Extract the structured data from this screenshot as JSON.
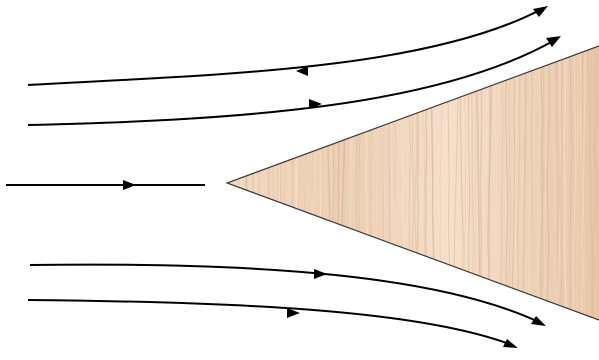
{
  "figure": {
    "kind": "streamlines-around-wedge",
    "background_color": "#ffffff",
    "line_color": "#000000",
    "wedge": {
      "material": "wood-grain",
      "fill_base": "#f0d4bb",
      "fill_light": "#f7e3d1",
      "fill_dark": "#e4c0a2",
      "grain_color": "#d6ad8c",
      "outline_color": "#333333"
    },
    "streamlines": [
      {
        "id": "upper-outer",
        "arrow_icon": "arrowhead-icon",
        "mid_arrow_direction": "backward"
      },
      {
        "id": "upper-inner",
        "arrow_icon": "arrowhead-icon",
        "mid_arrow_direction": "forward"
      },
      {
        "id": "center",
        "arrow_icon": "arrowhead-icon",
        "mid_arrow_direction": "forward"
      },
      {
        "id": "lower-inner",
        "arrow_icon": "arrowhead-icon",
        "mid_arrow_direction": "forward"
      },
      {
        "id": "lower-outer",
        "arrow_icon": "arrowhead-icon",
        "mid_arrow_direction": "forward"
      }
    ]
  }
}
